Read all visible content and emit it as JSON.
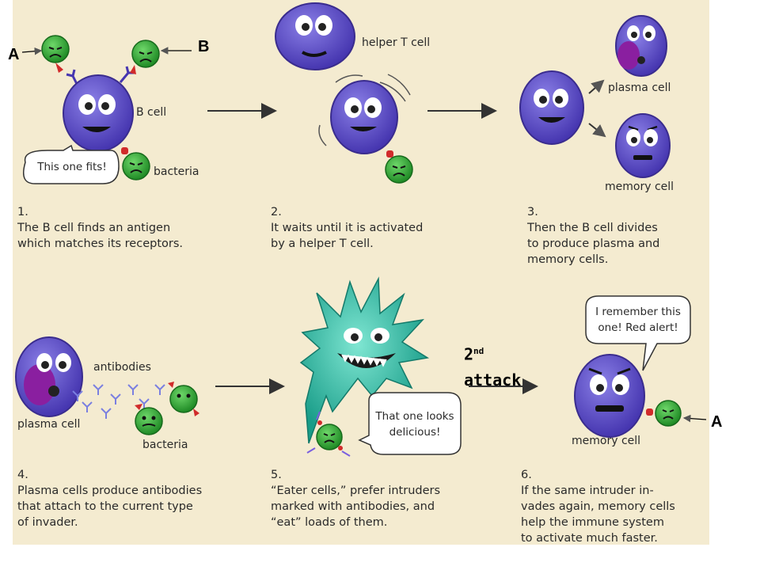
{
  "annotations": {
    "a_top": "A",
    "b_top": "B",
    "a_bottom": "A",
    "second_attack_num": "2",
    "second_attack_sup": "nd",
    "second_attack_word": "attack"
  },
  "labels": {
    "helper_t": "helper T cell",
    "b_cell": "B cell",
    "bacteria1": "bacteria",
    "plasma_top": "plasma cell",
    "memory_top": "memory cell",
    "antibodies": "antibodies",
    "plasma_bottom": "plasma cell",
    "bacteria2": "bacteria",
    "memory_bottom": "memory cell"
  },
  "bubbles": {
    "fits": "This one fits!",
    "delicious_1": "That one looks",
    "delicious_2": "delicious!",
    "remember_1": "I remember this",
    "remember_2": "one! Red alert!"
  },
  "steps": [
    {
      "num": "1.",
      "lines": [
        "The B cell finds an antigen",
        "which matches its receptors."
      ]
    },
    {
      "num": "2.",
      "lines": [
        "It waits until it is activated",
        "by a helper T cell."
      ]
    },
    {
      "num": "3.",
      "lines": [
        "Then the B cell divides",
        "to produce plasma and",
        "memory cells."
      ]
    },
    {
      "num": "4.",
      "lines": [
        "Plasma cells produce antibodies",
        "that attach to the current type",
        "of invader."
      ]
    },
    {
      "num": "5.",
      "lines": [
        "“Eater cells,” prefer intruders",
        "marked with antibodies, and",
        "“eat” loads of them."
      ]
    },
    {
      "num": "6.",
      "lines": [
        "If the same intruder in-",
        "vades again, memory cells",
        "help the immune system",
        "to activate much faster."
      ]
    }
  ],
  "colors": {
    "cell": "#5a4bc4",
    "bacteria": "#3aa63a",
    "eater": "#2fb7a3",
    "panel": "#f4ebd0",
    "receptor_red": "#d12b2b"
  }
}
